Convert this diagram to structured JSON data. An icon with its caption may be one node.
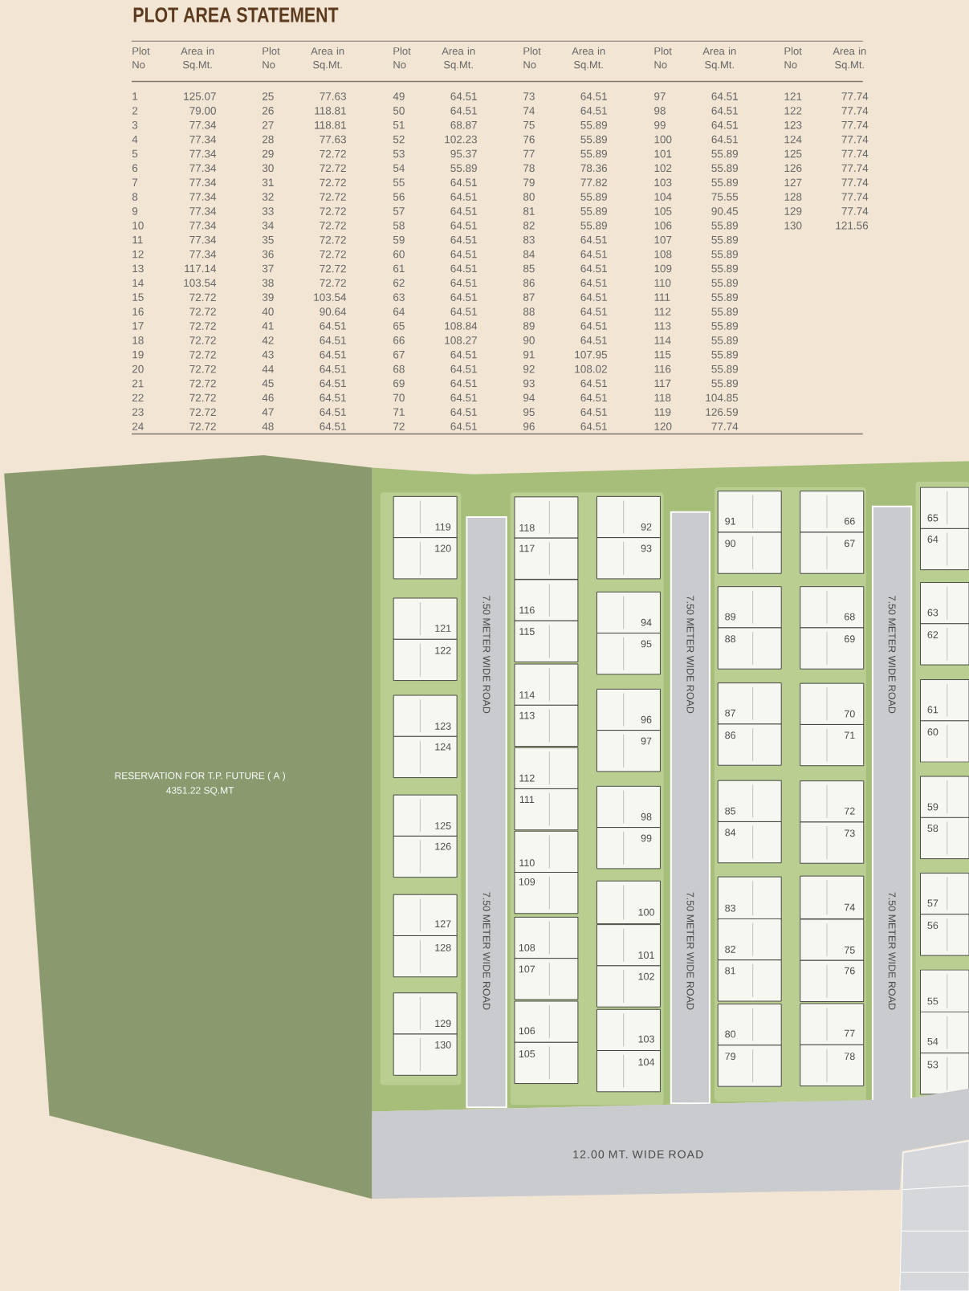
{
  "diagram": {
    "title": "PLOT AREA STATEMENT",
    "nodes": [
      {
        "text": [
          "RESERVATION FOR T.P. FUTURE ( A )",
          "4351.22 SQ.MT"
        ]
      },
      {
        "text": [
          "119"
        ]
      },
      {
        "text": [
          "120"
        ]
      },
      {
        "text": [
          "121"
        ]
      },
      {
        "text": [
          "122"
        ]
      },
      {
        "text": [
          "123"
        ]
      },
      {
        "text": [
          "124"
        ]
      },
      {
        "text": [
          "125"
        ]
      },
      {
        "text": [
          "126"
        ]
      },
      {
        "text": [
          "127"
        ]
      },
      {
        "text": [
          "128"
        ]
      },
      {
        "text": [
          "129"
        ]
      },
      {
        "text": [
          "130"
        ]
      },
      {
        "text": [
          "7.50 METER WIDE ROAD",
          "7.50 METER WIDE ROAD"
        ]
      },
      {
        "text": [
          "118"
        ]
      },
      {
        "text": [
          "117"
        ]
      },
      {
        "text": [
          "116"
        ]
      },
      {
        "text": [
          "115"
        ]
      },
      {
        "text": [
          "114"
        ]
      },
      {
        "text": [
          "113"
        ]
      },
      {
        "text": [
          "112"
        ]
      },
      {
        "text": [
          "111"
        ]
      },
      {
        "text": [
          "110"
        ]
      },
      {
        "text": [
          "109"
        ]
      },
      {
        "text": [
          "108"
        ]
      },
      {
        "text": [
          "107"
        ]
      },
      {
        "text": [
          "106"
        ]
      },
      {
        "text": [
          "105"
        ]
      },
      {
        "text": [
          "92"
        ]
      },
      {
        "text": [
          "93"
        ]
      },
      {
        "text": [
          "94"
        ]
      },
      {
        "text": [
          "95"
        ]
      },
      {
        "text": [
          "96"
        ]
      },
      {
        "text": [
          "97"
        ]
      },
      {
        "text": [
          "98"
        ]
      },
      {
        "text": [
          "99"
        ]
      },
      {
        "text": [
          "100"
        ]
      },
      {
        "text": [
          "101"
        ]
      },
      {
        "text": [
          "102"
        ]
      },
      {
        "text": [
          "103"
        ]
      },
      {
        "text": [
          "104"
        ]
      },
      {
        "text": [
          "7.50 METER WIDE ROAD",
          "7.50 METER WIDE ROAD"
        ]
      },
      {
        "text": [
          "91"
        ]
      },
      {
        "text": [
          "90"
        ]
      },
      {
        "text": [
          "89"
        ]
      },
      {
        "text": [
          "88"
        ]
      },
      {
        "text": [
          "87"
        ]
      },
      {
        "text": [
          "86"
        ]
      },
      {
        "text": [
          "85"
        ]
      },
      {
        "text": [
          "84"
        ]
      },
      {
        "text": [
          "83"
        ]
      },
      {
        "text": [
          "82"
        ]
      },
      {
        "text": [
          "81"
        ]
      },
      {
        "text": [
          "80"
        ]
      },
      {
        "text": [
          "79"
        ]
      },
      {
        "text": [
          "66"
        ]
      },
      {
        "text": [
          "67"
        ]
      },
      {
        "text": [
          "68"
        ]
      },
      {
        "text": [
          "69"
        ]
      },
      {
        "text": [
          "70"
        ]
      },
      {
        "text": [
          "71"
        ]
      },
      {
        "text": [
          "72"
        ]
      },
      {
        "text": [
          "73"
        ]
      },
      {
        "text": [
          "74"
        ]
      },
      {
        "text": [
          "75"
        ]
      },
      {
        "text": [
          "76"
        ]
      },
      {
        "text": [
          "77"
        ]
      },
      {
        "text": [
          "78"
        ]
      },
      {
        "text": [
          "7.50 METER WIDE ROAD",
          "7.50 METER WIDE ROAD"
        ]
      },
      {
        "text": [
          "65"
        ]
      },
      {
        "text": [
          "64"
        ]
      },
      {
        "text": [
          "63"
        ]
      },
      {
        "text": [
          "62"
        ]
      },
      {
        "text": [
          "61"
        ]
      },
      {
        "text": [
          "60"
        ]
      },
      {
        "text": [
          "59"
        ]
      },
      {
        "text": [
          "58"
        ]
      },
      {
        "text": [
          "57"
        ]
      },
      {
        "text": [
          "56"
        ]
      },
      {
        "text": [
          "55"
        ]
      },
      {
        "text": [
          "54"
        ]
      },
      {
        "text": [
          "53"
        ]
      },
      {
        "text": [
          "12.00 MT. WIDE ROAD"
        ]
      }
    ],
    "labels": [
      "Plot No",
      "Area in Sq.Mt.",
      "Plot No",
      "Area in Sq.Mt.",
      "Plot No",
      "Area in Sq.Mt.",
      "Plot No",
      "Area in Sq.Mt.",
      "Plot No",
      "Area in Sq.Mt.",
      "Plot No",
      "Area in Sq.Mt.",
      "1",
      "125.07",
      "25",
      "77.63",
      "49",
      "64.51",
      "73",
      "64.51",
      "97",
      "64.51",
      "121",
      "77.74",
      "2",
      "79.00",
      "26",
      "118.81",
      "50",
      "64.51",
      "74",
      "64.51",
      "98",
      "64.51",
      "122",
      "77.74",
      "3",
      "77.34",
      "27",
      "118.81",
      "51",
      "68.87",
      "75",
      "55.89",
      "99",
      "64.51",
      "123",
      "77.74",
      "4",
      "77.34",
      "28",
      "77.63",
      "52",
      "102.23",
      "76",
      "55.89",
      "100",
      "64.51",
      "124",
      "77.74",
      "5",
      "77.34",
      "29",
      "72.72",
      "53",
      "95.37",
      "77",
      "55.89",
      "101",
      "55.89",
      "125",
      "77.74",
      "6",
      "77.34",
      "30",
      "72.72",
      "54",
      "55.89",
      "78",
      "78.36",
      "102",
      "55.89",
      "126",
      "77.74",
      "7",
      "77.34",
      "31",
      "72.72",
      "55",
      "64.51",
      "79",
      "77.82",
      "103",
      "55.89",
      "127",
      "77.74",
      "8",
      "77.34",
      "32",
      "72.72",
      "56",
      "64.51",
      "80",
      "55.89",
      "104",
      "75.55",
      "128",
      "77.74",
      "9",
      "77.34",
      "33",
      "72.72",
      "57",
      "64.51",
      "81",
      "55.89",
      "105",
      "90.45",
      "129",
      "77.74",
      "10",
      "77.34",
      "34",
      "72.72",
      "58",
      "64.51",
      "82",
      "55.89",
      "106",
      "55.89",
      "130",
      "121.56",
      "11",
      "77.34",
      "35",
      "72.72",
      "59",
      "64.51",
      "83",
      "64.51",
      "107",
      "55.89",
      "12",
      "77.34",
      "36",
      "72.72",
      "60",
      "64.51",
      "84",
      "64.51",
      "108",
      "55.89",
      "13",
      "117.14",
      "37",
      "72.72",
      "61",
      "64.51",
      "85",
      "64.51",
      "109",
      "55.89",
      "14",
      "103.54",
      "38",
      "72.72",
      "62",
      "64.51",
      "86",
      "64.51",
      "110",
      "55.89",
      "15",
      "72.72",
      "39",
      "103.54",
      "63",
      "64.51",
      "87",
      "64.51",
      "111",
      "55.89",
      "16",
      "72.72",
      "40",
      "90.64",
      "64",
      "64.51",
      "88",
      "64.51",
      "112",
      "55.89",
      "17",
      "72.72",
      "41",
      "64.51",
      "65",
      "108.84",
      "89",
      "64.51",
      "113",
      "55.89",
      "18",
      "72.72",
      "42",
      "64.51",
      "66",
      "108.27",
      "90",
      "64.51",
      "114",
      "55.89",
      "19",
      "72.72",
      "43",
      "64.51",
      "67",
      "64.51",
      "91",
      "107.95",
      "115",
      "55.89",
      "20",
      "72.72",
      "44",
      "64.51",
      "68",
      "64.51",
      "92",
      "108.02",
      "116",
      "55.89",
      "21",
      "72.72",
      "45",
      "64.51",
      "69",
      "64.51",
      "93",
      "64.51",
      "117",
      "55.89",
      "22",
      "72.72",
      "46",
      "64.51",
      "70",
      "64.51",
      "94",
      "64.51",
      "118",
      "104.85",
      "23",
      "72.72",
      "47",
      "64.51",
      "71",
      "64.51",
      "95",
      "64.51",
      "119",
      "126.59",
      "24",
      "72.72",
      "48",
      "64.51",
      "72",
      "64.51",
      "96",
      "64.51",
      "120",
      "77.74"
    ]
  }
}
